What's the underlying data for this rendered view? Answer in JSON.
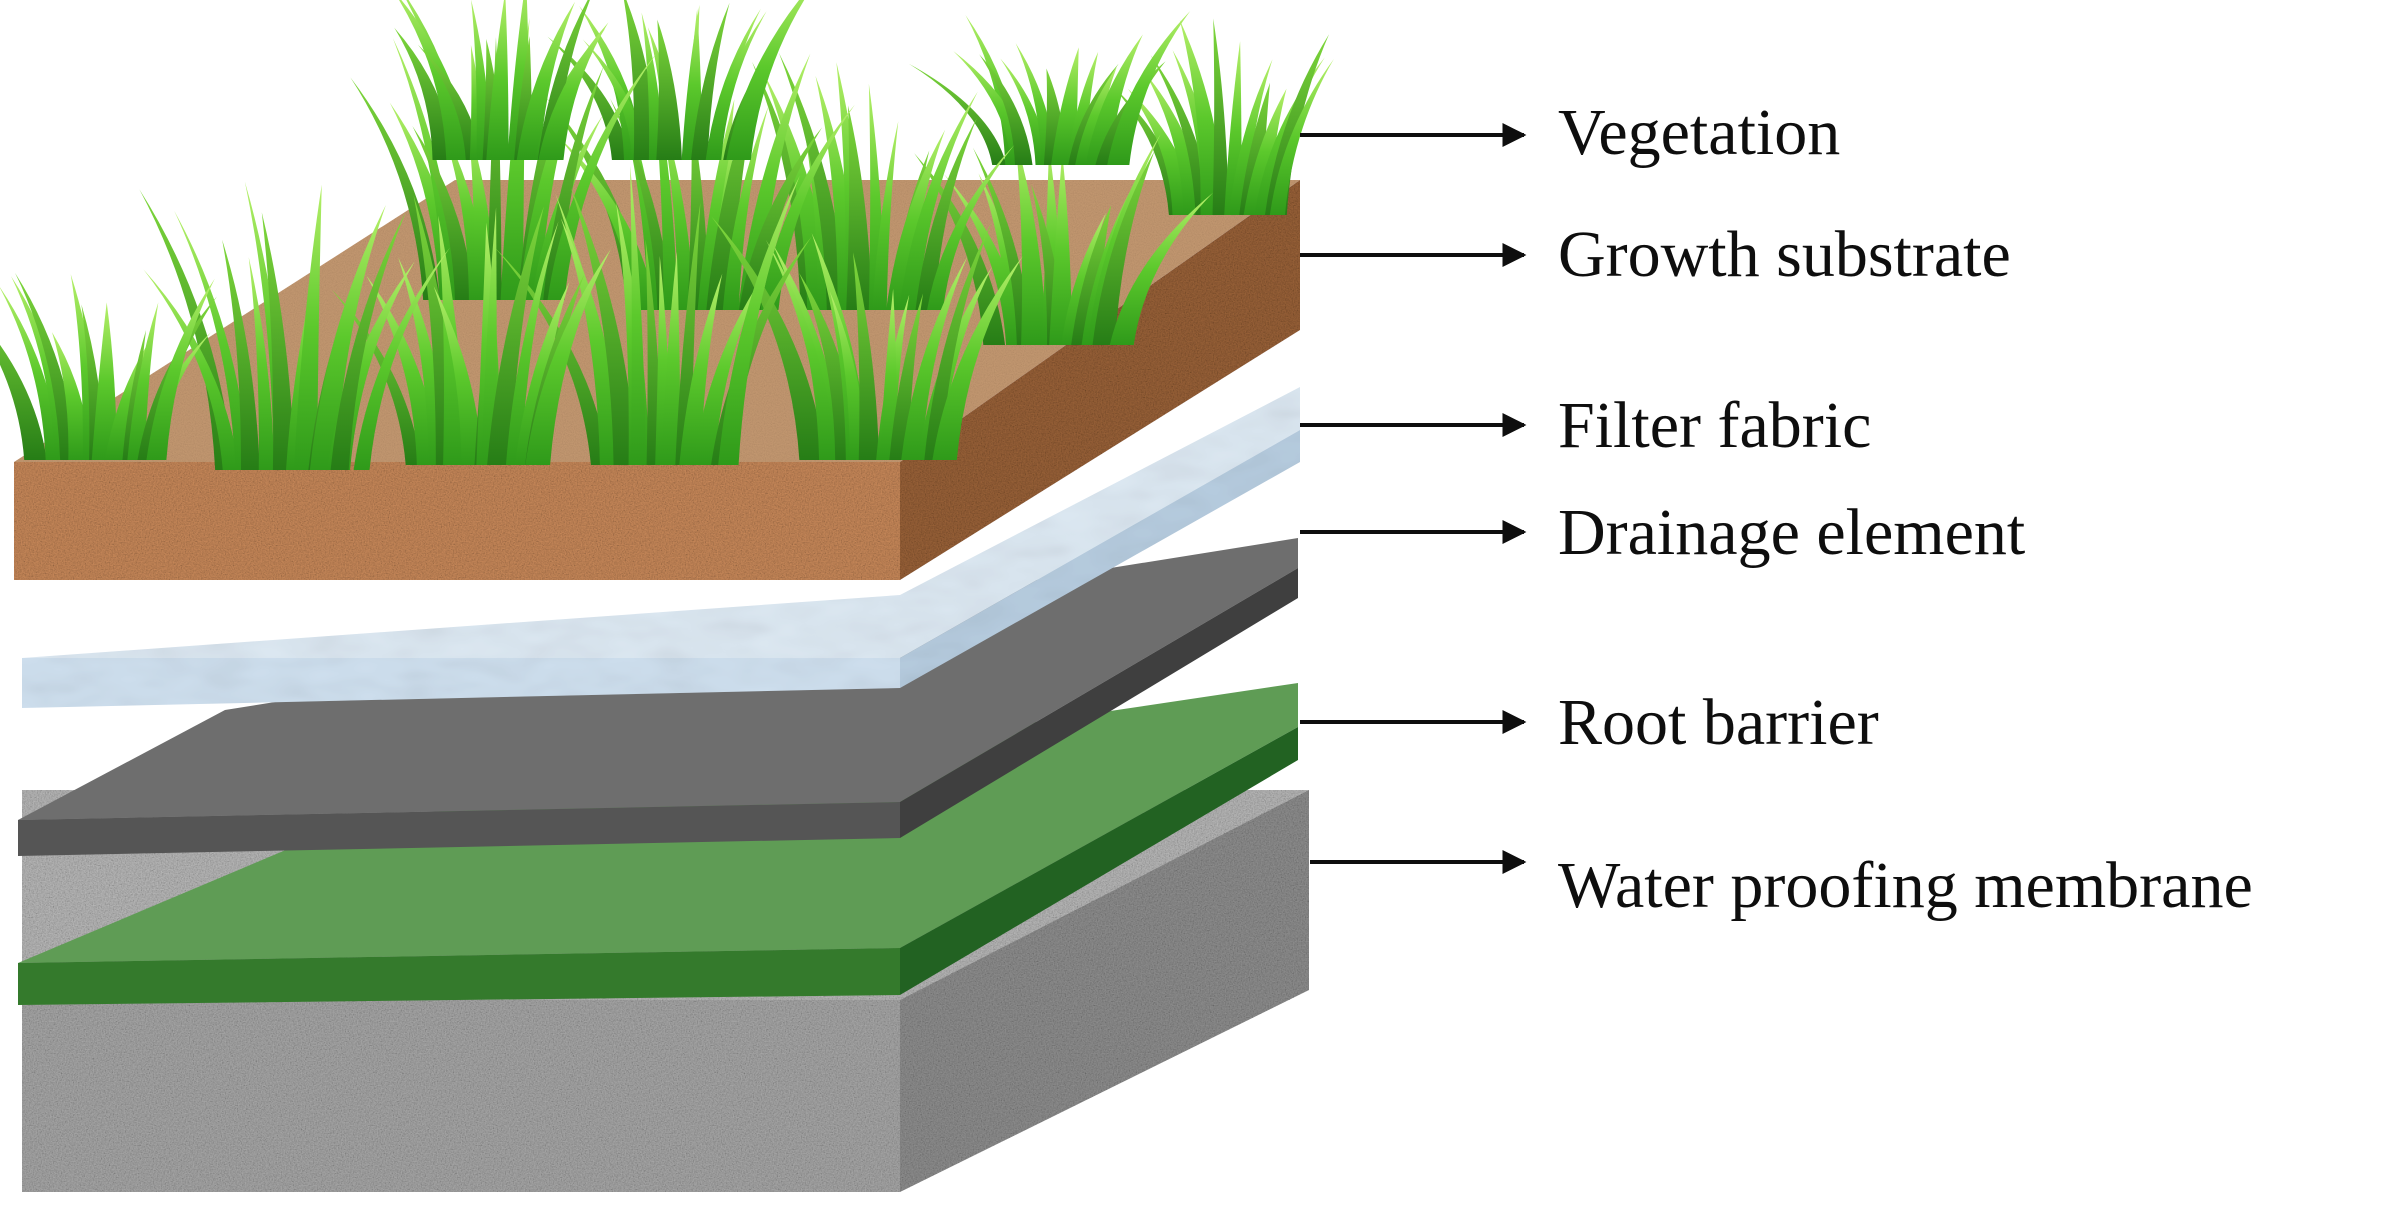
{
  "layers": [
    {
      "id": "vegetation",
      "label": "Vegetation"
    },
    {
      "id": "growth-substrate",
      "label": "Growth substrate"
    },
    {
      "id": "filter-fabric",
      "label": "Filter fabric"
    },
    {
      "id": "drainage-element",
      "label": "Drainage element"
    },
    {
      "id": "root-barrier",
      "label": "Root barrier"
    },
    {
      "id": "waterproofing-membrane",
      "label": "Water proofing membrane"
    }
  ],
  "colors": {
    "grass_light": "#9be84a",
    "grass_mid": "#5cc92c",
    "grass_dark": "#2f9a1a",
    "substrate_top": "#c69a72",
    "substrate_front": "#c9895a",
    "substrate_side": "#9a6238",
    "filter_top": "#dde9f3",
    "filter_front": "#cfe0ef",
    "filter_side": "#b7cde0",
    "drainage_top": "#6e6e6e",
    "drainage_front": "#555555",
    "drainage_side": "#3f3f3f",
    "root_top": "#5f9c55",
    "root_front": "#347a2c",
    "root_side": "#226222",
    "base_top": "#b9b9b9",
    "base_front": "#a8a8a8",
    "base_side": "#8f8f8f",
    "arrow": "#0e0e0e"
  }
}
